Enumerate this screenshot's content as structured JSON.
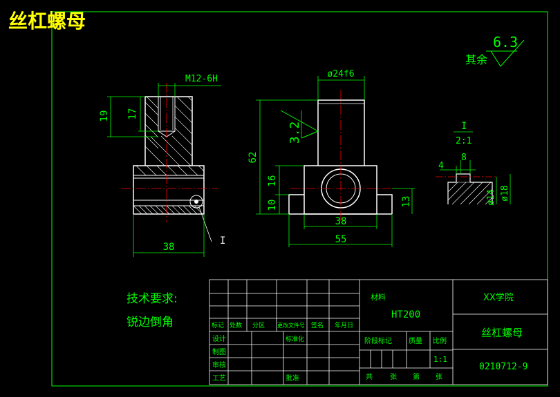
{
  "title_main": "丝杠螺母",
  "roughness_other": {
    "label": "其余",
    "value": "6.3"
  },
  "roughness_side": "3.2",
  "dims": {
    "thread": "M12-6H",
    "d19": "19",
    "d17": "17",
    "d38_left": "38",
    "phi24": "ø24f6",
    "d62": "62",
    "d16": "16",
    "d10": "10",
    "d38_mid": "38",
    "d55": "55",
    "d13": "13",
    "detail_4": "4",
    "detail_8": "8",
    "detail_phi14": "ø14",
    "detail_phi18": "ø18"
  },
  "detail_label": {
    "name": "I",
    "scale": "2:1"
  },
  "leader_label": "I",
  "tech_req": {
    "title": "技术要求:",
    "item": "锐边倒角"
  },
  "title_block": {
    "material_label": "材料",
    "material": "HT200",
    "school": "XX学院",
    "part_name": "丝杠螺母",
    "drawing_no": "0210712-9",
    "scale": "1:1",
    "stage_label": "阶段标记",
    "weight_label": "质量",
    "scale_label": "比例",
    "rev_headers": [
      "标记",
      "处数",
      "分区",
      "更改文件号",
      "签名",
      "年月日"
    ],
    "roles": [
      "设计",
      "制图",
      "审核",
      "工艺"
    ],
    "std_label": "标准化",
    "approve_label": "批准",
    "sheets_total": "共",
    "sheets_unit": "张",
    "sheet_no": "第",
    "sheet_unit2": "张"
  },
  "colors": {
    "bg": "#000000",
    "line": "#ffffff",
    "green": "#00ff00",
    "yellow": "#ffff00",
    "red": "#ff0000",
    "title": "#ffff00"
  }
}
